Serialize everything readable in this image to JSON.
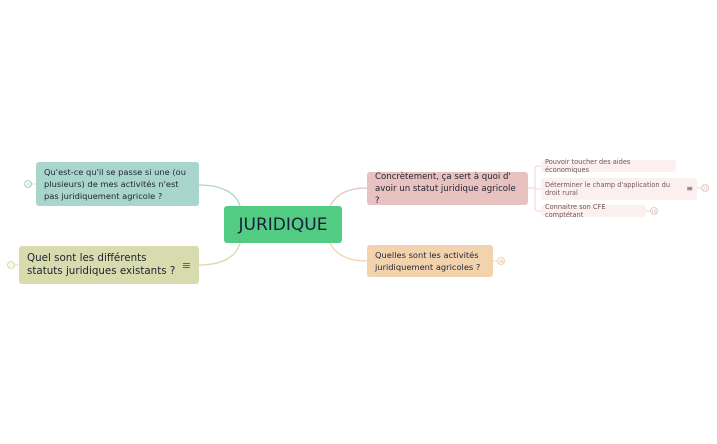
{
  "root": {
    "label": "JURIDIQUE",
    "color": "#52cc82"
  },
  "branches": [
    {
      "label": "Qu'est-ce qu'il se passe si une (ou plusieurs) de mes activités n'est pas juridiquement agricole ?",
      "color": "#a8d5cc",
      "collapsed_count": "24"
    },
    {
      "label": "Quel sont les différents statuts juridiques existants ?",
      "color": "#d7dbad",
      "collapsed_count": "27",
      "has_note": true
    },
    {
      "label": "Concrètement, ça sert à quoi d' avoir un statut juridique agricole ?",
      "color": "#e8c1c1",
      "children": [
        {
          "label": "Pouvoir toucher des aides économiques"
        },
        {
          "label": "Déterminer le champ d'application du droit rural",
          "collapsed_count": "21",
          "has_note": true
        },
        {
          "label": "Connaitre son CFE comptétant",
          "collapsed_count": "16"
        }
      ]
    },
    {
      "label": "Quelles sont les activités juridiquement agricoles ?",
      "color": "#f2d3ae",
      "collapsed_count": "49"
    }
  ]
}
